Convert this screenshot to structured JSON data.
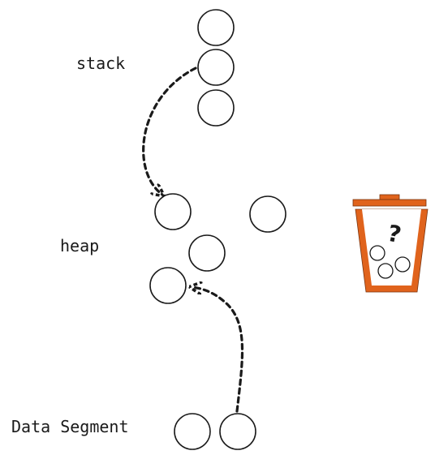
{
  "labels": {
    "stack": "stack",
    "heap": "heap",
    "data_segment": "Data Segment"
  },
  "trash": {
    "symbol": "?",
    "color": "#e0631c"
  },
  "colors": {
    "stroke": "#1a1a1a",
    "background": "#ffffff"
  }
}
